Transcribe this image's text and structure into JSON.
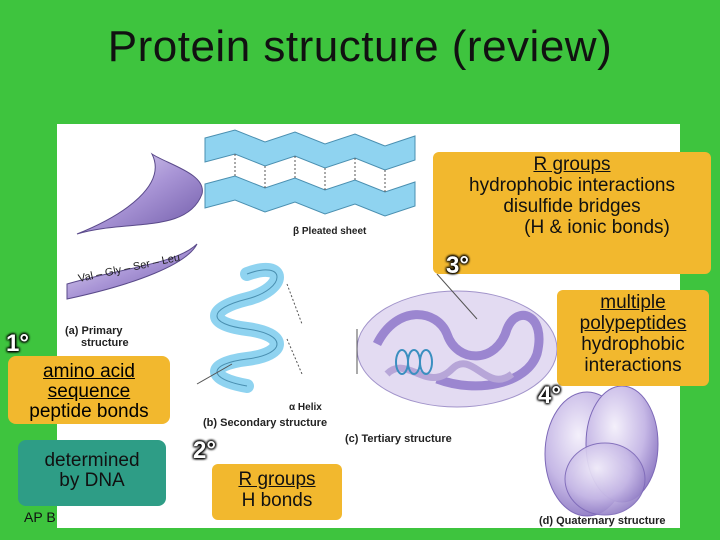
{
  "title": "Protein structure (review)",
  "levels": {
    "primary": {
      "number": "1°",
      "line1": "amino acid",
      "line2": "sequence",
      "line3": "peptide bonds",
      "origin1": "determined",
      "origin2": "by DNA",
      "figure_label1": "(a) Primary",
      "figure_label2": "structure",
      "chain_text": "Val – Gly – Ser – Leu"
    },
    "secondary": {
      "number": "2°",
      "line1": "R groups",
      "line2": "H bonds",
      "figure_label": "(b) Secondary structure",
      "sheet_label": "β Pleated sheet",
      "helix_label": "α Helix"
    },
    "tertiary": {
      "number": "3°",
      "line1": "R groups",
      "line2": "hydrophobic interactions",
      "line3": "disulfide bridges",
      "line4": "(H & ionic bonds)",
      "figure_label": "(c) Tertiary structure"
    },
    "quaternary": {
      "number": "4°",
      "line1": "multiple",
      "line2": "polypeptides",
      "line3": "hydrophobic",
      "line4": "interactions",
      "figure_label": "(d) Quaternary structure"
    }
  },
  "footer": "AP B",
  "colors": {
    "background": "#3ec43e",
    "callout": "#f2b82e",
    "dna_box": "#2e9d86",
    "sheet": "#8fd3f0",
    "ribbon": "#b7a6d8"
  }
}
